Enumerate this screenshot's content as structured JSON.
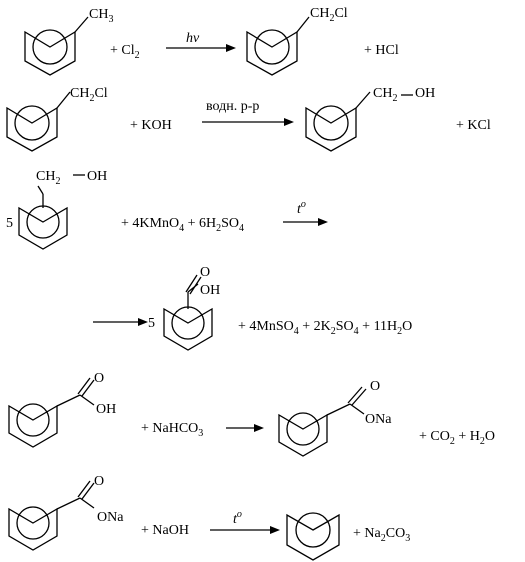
{
  "reactions": [
    {
      "reactant_sub": "CH",
      "reactant_sub_idx": "3",
      "reagent": "+ Cl",
      "reagent_idx": "2",
      "condition": "hv",
      "product_sub": "CH",
      "product_sub_idx": "2",
      "product_sub_tail": "Cl",
      "byproduct": "+ HCl"
    },
    {
      "reactant_sub": "CH",
      "reactant_sub_idx": "2",
      "reactant_sub_tail": "Cl",
      "reagent": "+ KOH",
      "condition": "водн. р-р",
      "product_sub": "CH",
      "product_sub_idx": "2",
      "product_sub_tail": "OH",
      "byproduct": "+ KCl"
    },
    {
      "coefficient": "5",
      "reactant_sub": "CH",
      "reactant_sub_idx": "2",
      "reactant_sub_tail": "OH",
      "reagent_parts": [
        "+ 4KMnO",
        "4",
        " + 6H",
        "2",
        "SO",
        "4"
      ],
      "condition": "t",
      "condition_sup": "o",
      "product_coefficient": "5",
      "product_o": "O",
      "product_oh": "OH",
      "byproducts_parts": [
        "+ 4MnSO",
        "4",
        " + 2K",
        "2",
        "SO",
        "4",
        " + 11H",
        "2",
        "O"
      ]
    },
    {
      "reactant_o": "O",
      "reactant_oh": "OH",
      "reagent": "+ NaHCO",
      "reagent_idx": "3",
      "product_o": "O",
      "product_ona": "ONa",
      "byproducts_parts": [
        "+ CO",
        "2",
        " + H",
        "2",
        "O"
      ]
    },
    {
      "reactant_o": "O",
      "reactant_ona": "ONa",
      "reagent": "+ NaOH",
      "condition": "t",
      "condition_sup": "o",
      "byproducts_parts": [
        "+ Na",
        "2",
        "CO",
        "3"
      ]
    }
  ]
}
